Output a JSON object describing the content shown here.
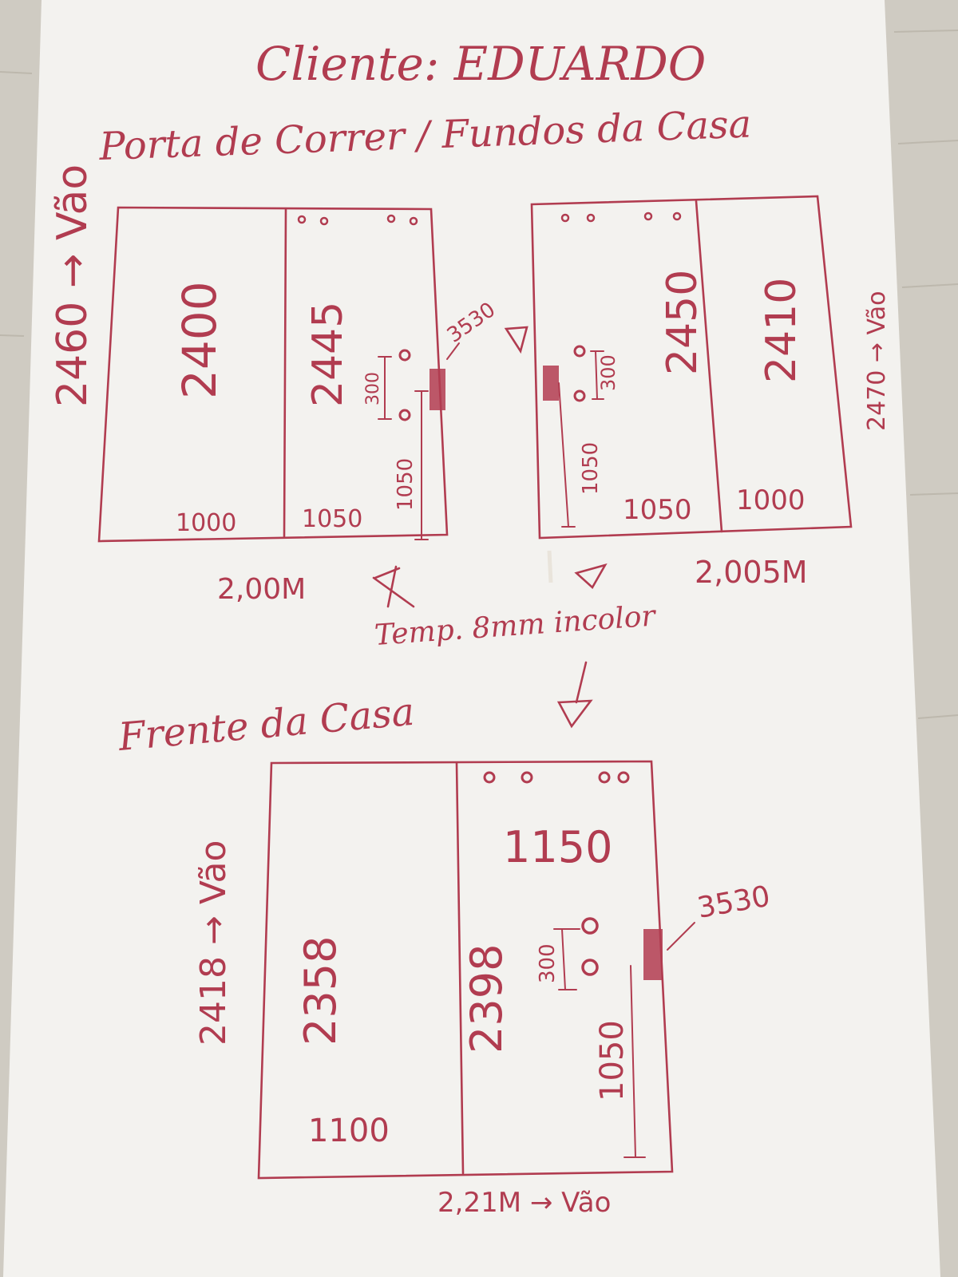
{
  "header": {
    "client": "Cliente: EDUARDO",
    "subtitle": "Porta de Correr / Fundos da Casa"
  },
  "colors": {
    "ink": "#b13c50",
    "paper": "#f3f2ef",
    "table": "#cfcbc2"
  },
  "diagram_left": {
    "vao_height": "2460 → Vão",
    "panel_fixed_height": "2400",
    "panel_sliding_height": "2445",
    "panel_fixed_width": "1000",
    "panel_sliding_width": "1050",
    "handle_spacing": "300",
    "handle_height": "1050",
    "handle_ref": "3530",
    "total_width": "2,00M"
  },
  "diagram_right": {
    "vao_height": "2470 → Vão",
    "panel_sliding_height": "2450",
    "panel_fixed_height": "2410",
    "panel_sliding_width": "1050",
    "panel_fixed_width": "1000",
    "handle_spacing": "300",
    "handle_height": "1050",
    "total_width": "2,005M"
  },
  "note": "Temp. 8mm incolor",
  "front_label": "Frente da Casa",
  "diagram_front": {
    "vao_height": "2418 → Vão",
    "panel_fixed_height": "2358",
    "panel_sliding_height": "2398",
    "panel_fixed_width": "1100",
    "panel_sliding_width": "1150",
    "handle_spacing": "300",
    "handle_height": "1050",
    "handle_ref": "3530",
    "total_width": "2,21M → Vão"
  }
}
